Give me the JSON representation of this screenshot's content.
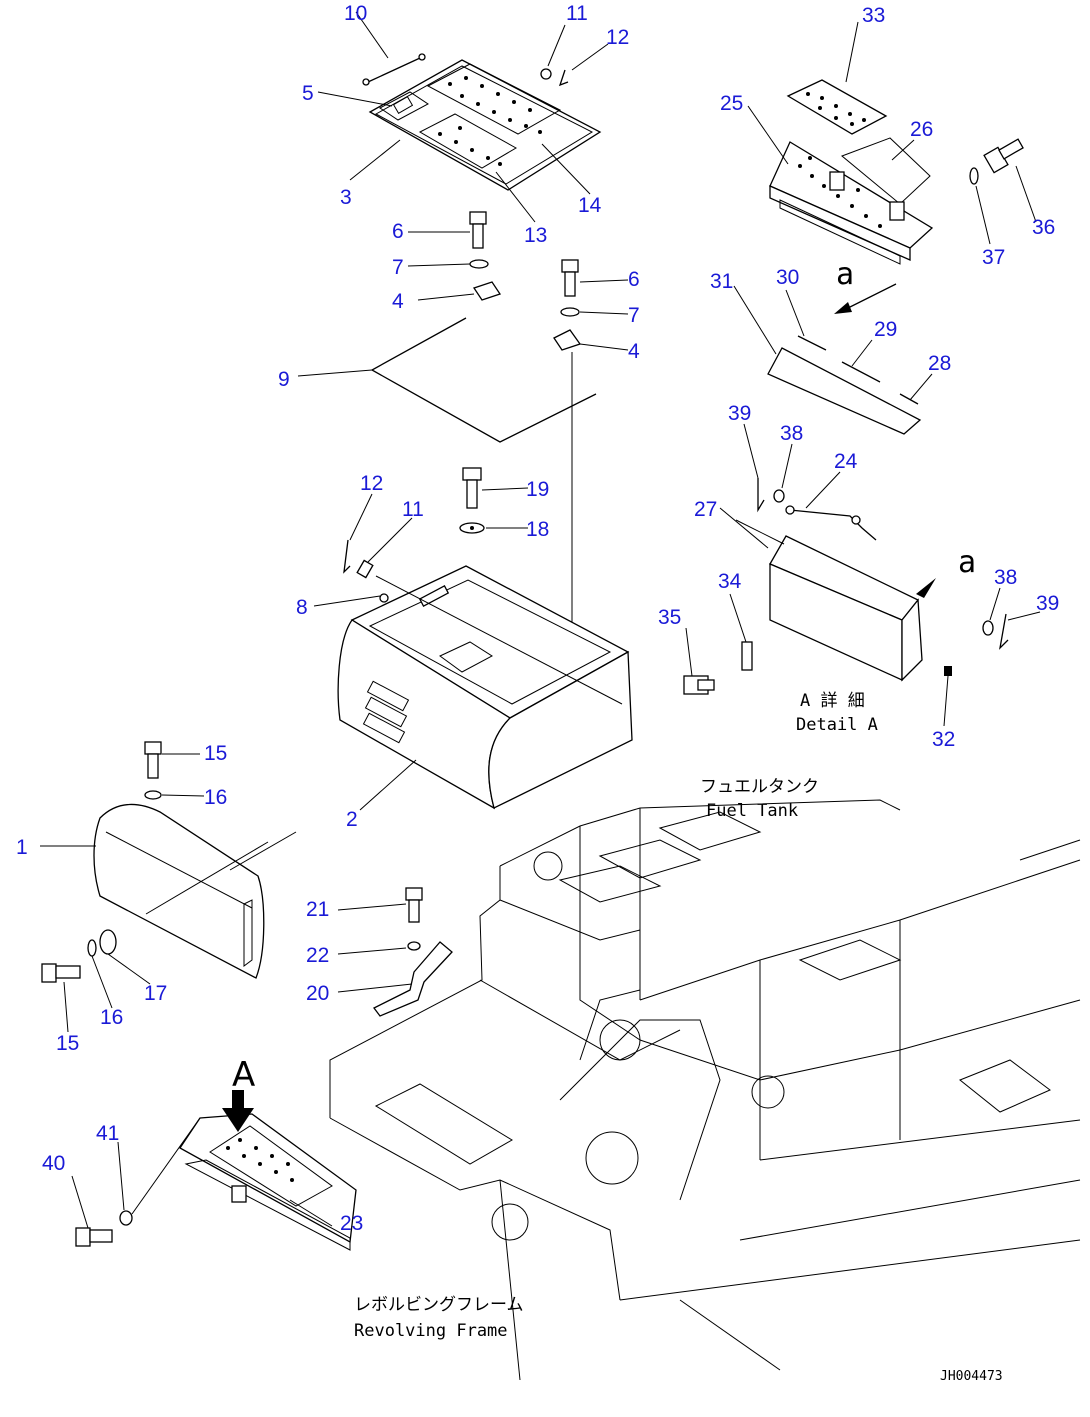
{
  "callout_color": "#1a1ad6",
  "callouts": [
    {
      "id": "c10",
      "text": "10"
    },
    {
      "id": "c11a",
      "text": "11"
    },
    {
      "id": "c12a",
      "text": "12"
    },
    {
      "id": "c5",
      "text": "5"
    },
    {
      "id": "c3",
      "text": "3"
    },
    {
      "id": "c13",
      "text": "13"
    },
    {
      "id": "c14",
      "text": "14"
    },
    {
      "id": "c6a",
      "text": "6"
    },
    {
      "id": "c7a",
      "text": "7"
    },
    {
      "id": "c4a",
      "text": "4"
    },
    {
      "id": "c6b",
      "text": "6"
    },
    {
      "id": "c7b",
      "text": "7"
    },
    {
      "id": "c4b",
      "text": "4"
    },
    {
      "id": "c9",
      "text": "9"
    },
    {
      "id": "c19",
      "text": "19"
    },
    {
      "id": "c18",
      "text": "18"
    },
    {
      "id": "c12b",
      "text": "12"
    },
    {
      "id": "c11b",
      "text": "11"
    },
    {
      "id": "c8",
      "text": "8"
    },
    {
      "id": "c2",
      "text": "2"
    },
    {
      "id": "c15a",
      "text": "15"
    },
    {
      "id": "c16a",
      "text": "16"
    },
    {
      "id": "c1",
      "text": "1"
    },
    {
      "id": "c15b",
      "text": "15"
    },
    {
      "id": "c16b",
      "text": "16"
    },
    {
      "id": "c17",
      "text": "17"
    },
    {
      "id": "c21",
      "text": "21"
    },
    {
      "id": "c22",
      "text": "22"
    },
    {
      "id": "c20",
      "text": "20"
    },
    {
      "id": "c33",
      "text": "33"
    },
    {
      "id": "c25",
      "text": "25"
    },
    {
      "id": "c26",
      "text": "26"
    },
    {
      "id": "c36",
      "text": "36"
    },
    {
      "id": "c37",
      "text": "37"
    },
    {
      "id": "c31",
      "text": "31"
    },
    {
      "id": "c30",
      "text": "30"
    },
    {
      "id": "c29",
      "text": "29"
    },
    {
      "id": "c28",
      "text": "28"
    },
    {
      "id": "c39a",
      "text": "39"
    },
    {
      "id": "c38a",
      "text": "38"
    },
    {
      "id": "c24",
      "text": "24"
    },
    {
      "id": "c27",
      "text": "27"
    },
    {
      "id": "c34",
      "text": "34"
    },
    {
      "id": "c35",
      "text": "35"
    },
    {
      "id": "c38b",
      "text": "38"
    },
    {
      "id": "c39b",
      "text": "39"
    },
    {
      "id": "c32",
      "text": "32"
    },
    {
      "id": "c40",
      "text": "40"
    },
    {
      "id": "c41",
      "text": "41"
    },
    {
      "id": "c23",
      "text": "23"
    }
  ],
  "labels": {
    "view_a_marker": "a",
    "view_a_marker_2": "a",
    "detail_a_jp": "A 詳 細",
    "detail_a_en": "Detail A",
    "fuel_tank_jp": "フュエルタンク",
    "fuel_tank_en": "Fuel Tank",
    "arrow_a": "A",
    "revolving_frame_jp": "レボルビングフレーム",
    "revolving_frame_en": "Revolving Frame",
    "drawing_code": "JH004473"
  }
}
